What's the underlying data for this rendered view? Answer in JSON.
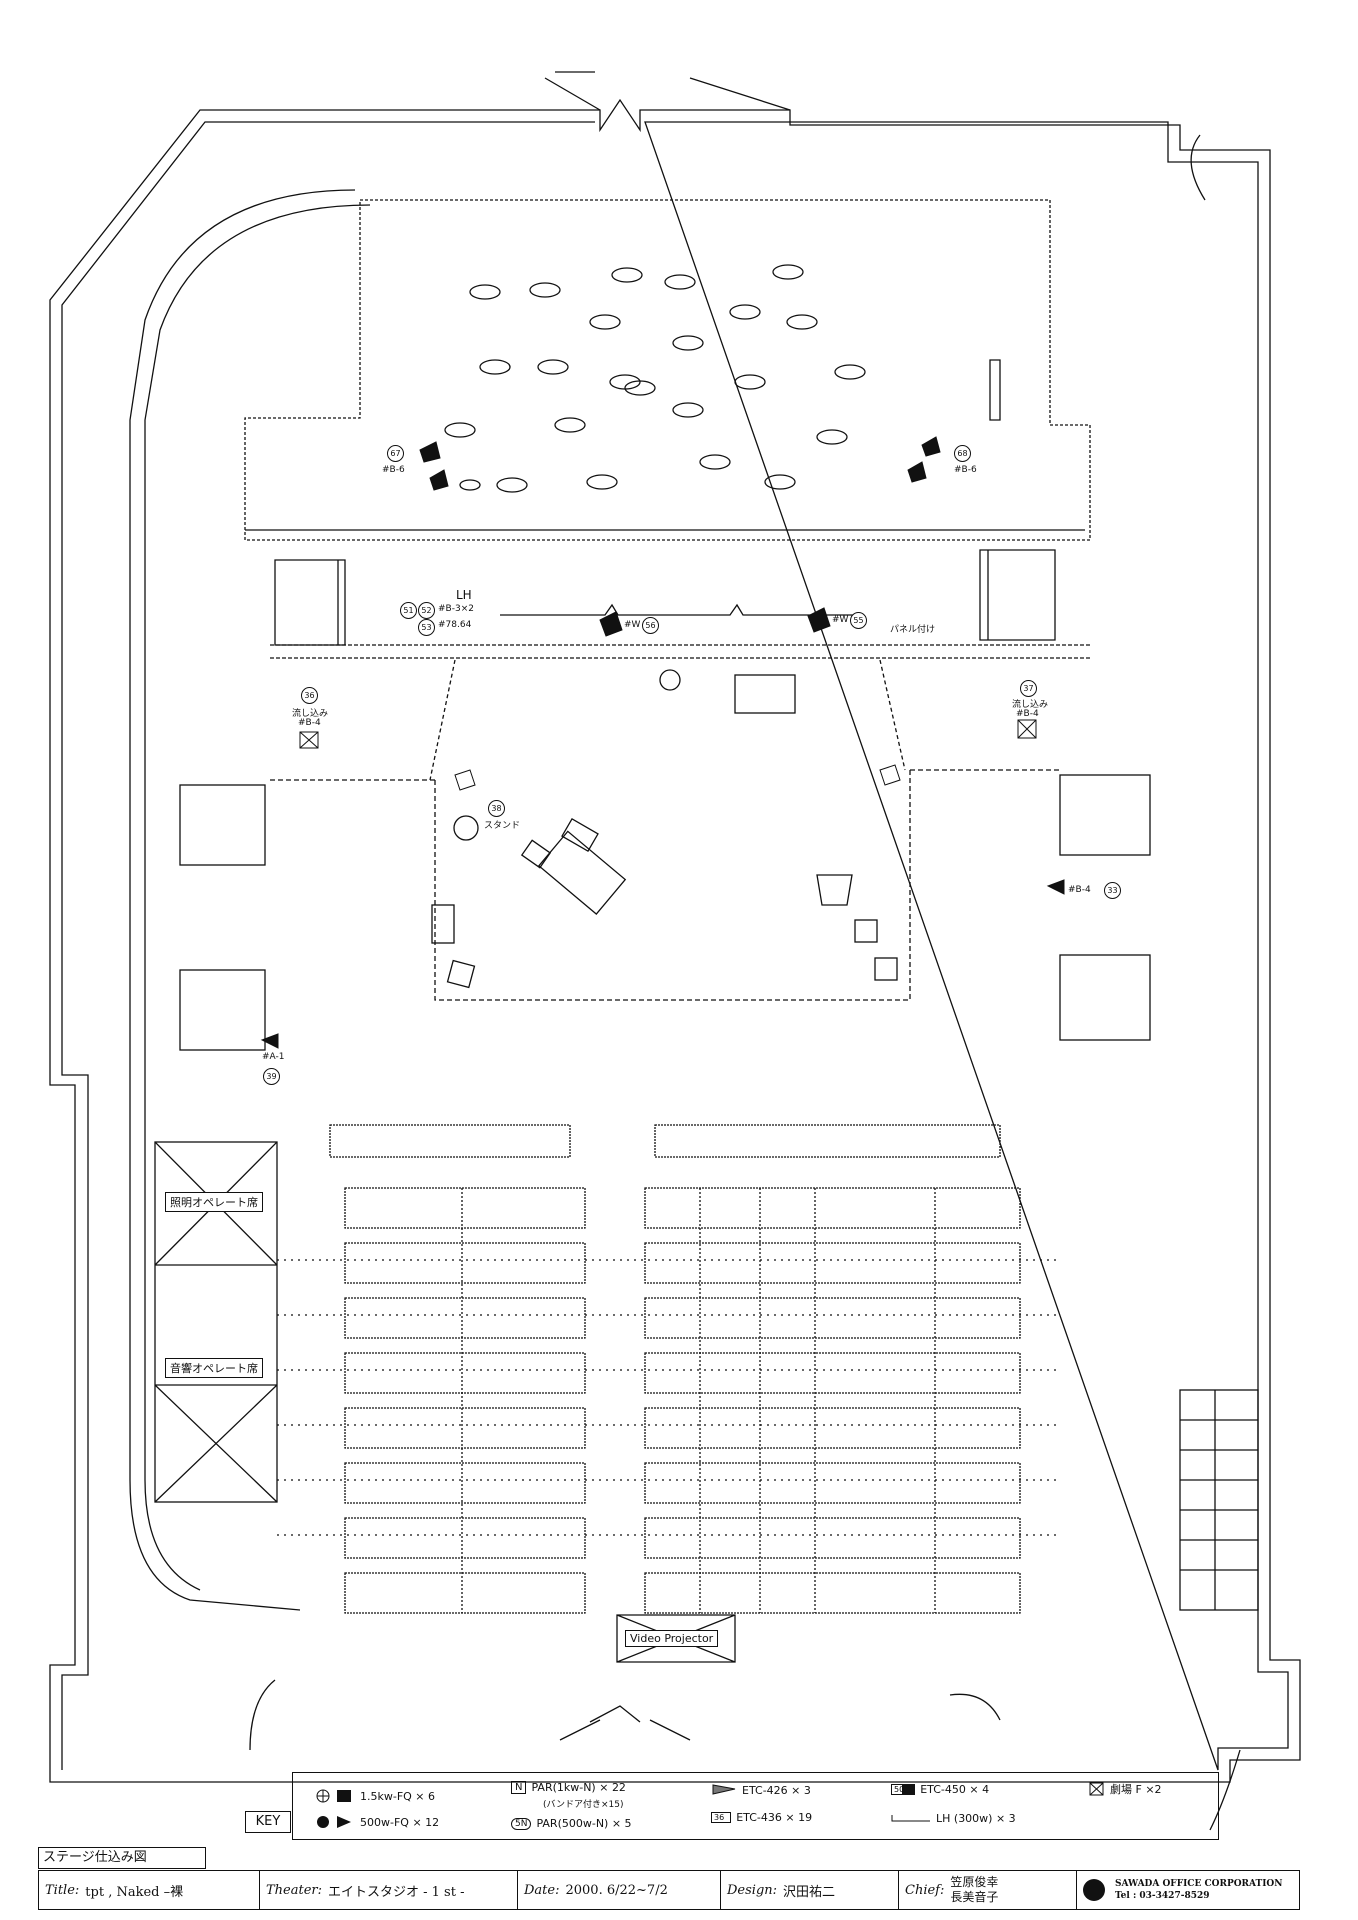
{
  "plan_labels": {
    "lh": "LH",
    "b3": "#B-3×2",
    "b3_gel": "#78.64",
    "w56": "#W",
    "w55": "#W",
    "panel": "パネル付け",
    "b6_left": "#B-6",
    "b6_right": "#B-6",
    "nagashi_left": "流し込み",
    "b4_left": "#B-4",
    "nagashi_right": "流し込み",
    "b4_right": "#B-4",
    "stand": "スタンド",
    "b4_33": "#B-4",
    "a1": "#A-1",
    "lighting_op": "照明オペレート席",
    "sound_op": "音響オペレート席",
    "video_projector": "Video Projector"
  },
  "circle_numbers": {
    "n67": "67",
    "n68": "68",
    "n51": "51",
    "n52": "52",
    "n53": "53",
    "n56": "56",
    "n55": "55",
    "n36": "36",
    "n37": "37",
    "n38": "38",
    "n33": "33",
    "n39": "39"
  },
  "key": {
    "tag": "KEY",
    "fq15": "1.5kw-FQ × 6",
    "fq500": "500w-FQ × 12",
    "par1k_icon": "N",
    "par1k": "PAR(1kw-N)  × 22",
    "par1k_note": "(バンドア付き×15)",
    "par500_icon": "5N",
    "par500": "PAR(500w-N) × 5",
    "etc426": "ETC-426 × 3",
    "etc436_icon": "36",
    "etc436": "ETC-436 × 19",
    "etc450_icon": "50",
    "etc450": "ETC-450 × 4",
    "lh300": "LH (300w)  × 3",
    "gekijo": "劇場 F  ×2"
  },
  "title_block": {
    "heading": "ステージ仕込み図",
    "title_key": "Title:",
    "title_val": "tpt , Naked –裸",
    "theater_key": "Theater:",
    "theater_val": "エイトスタジオ - 1 st -",
    "date_key": "Date:",
    "date_val": "2000. 6/22~7/2",
    "design_key": "Design:",
    "design_val": "沢田祐二",
    "chief_key": "Chief:",
    "chief_val1": "笠原俊幸",
    "chief_val2": "長美音子",
    "corp_name": "SAWADA OFFICE CORPORATION",
    "corp_tel": "Tel : 03-3427-8529"
  }
}
